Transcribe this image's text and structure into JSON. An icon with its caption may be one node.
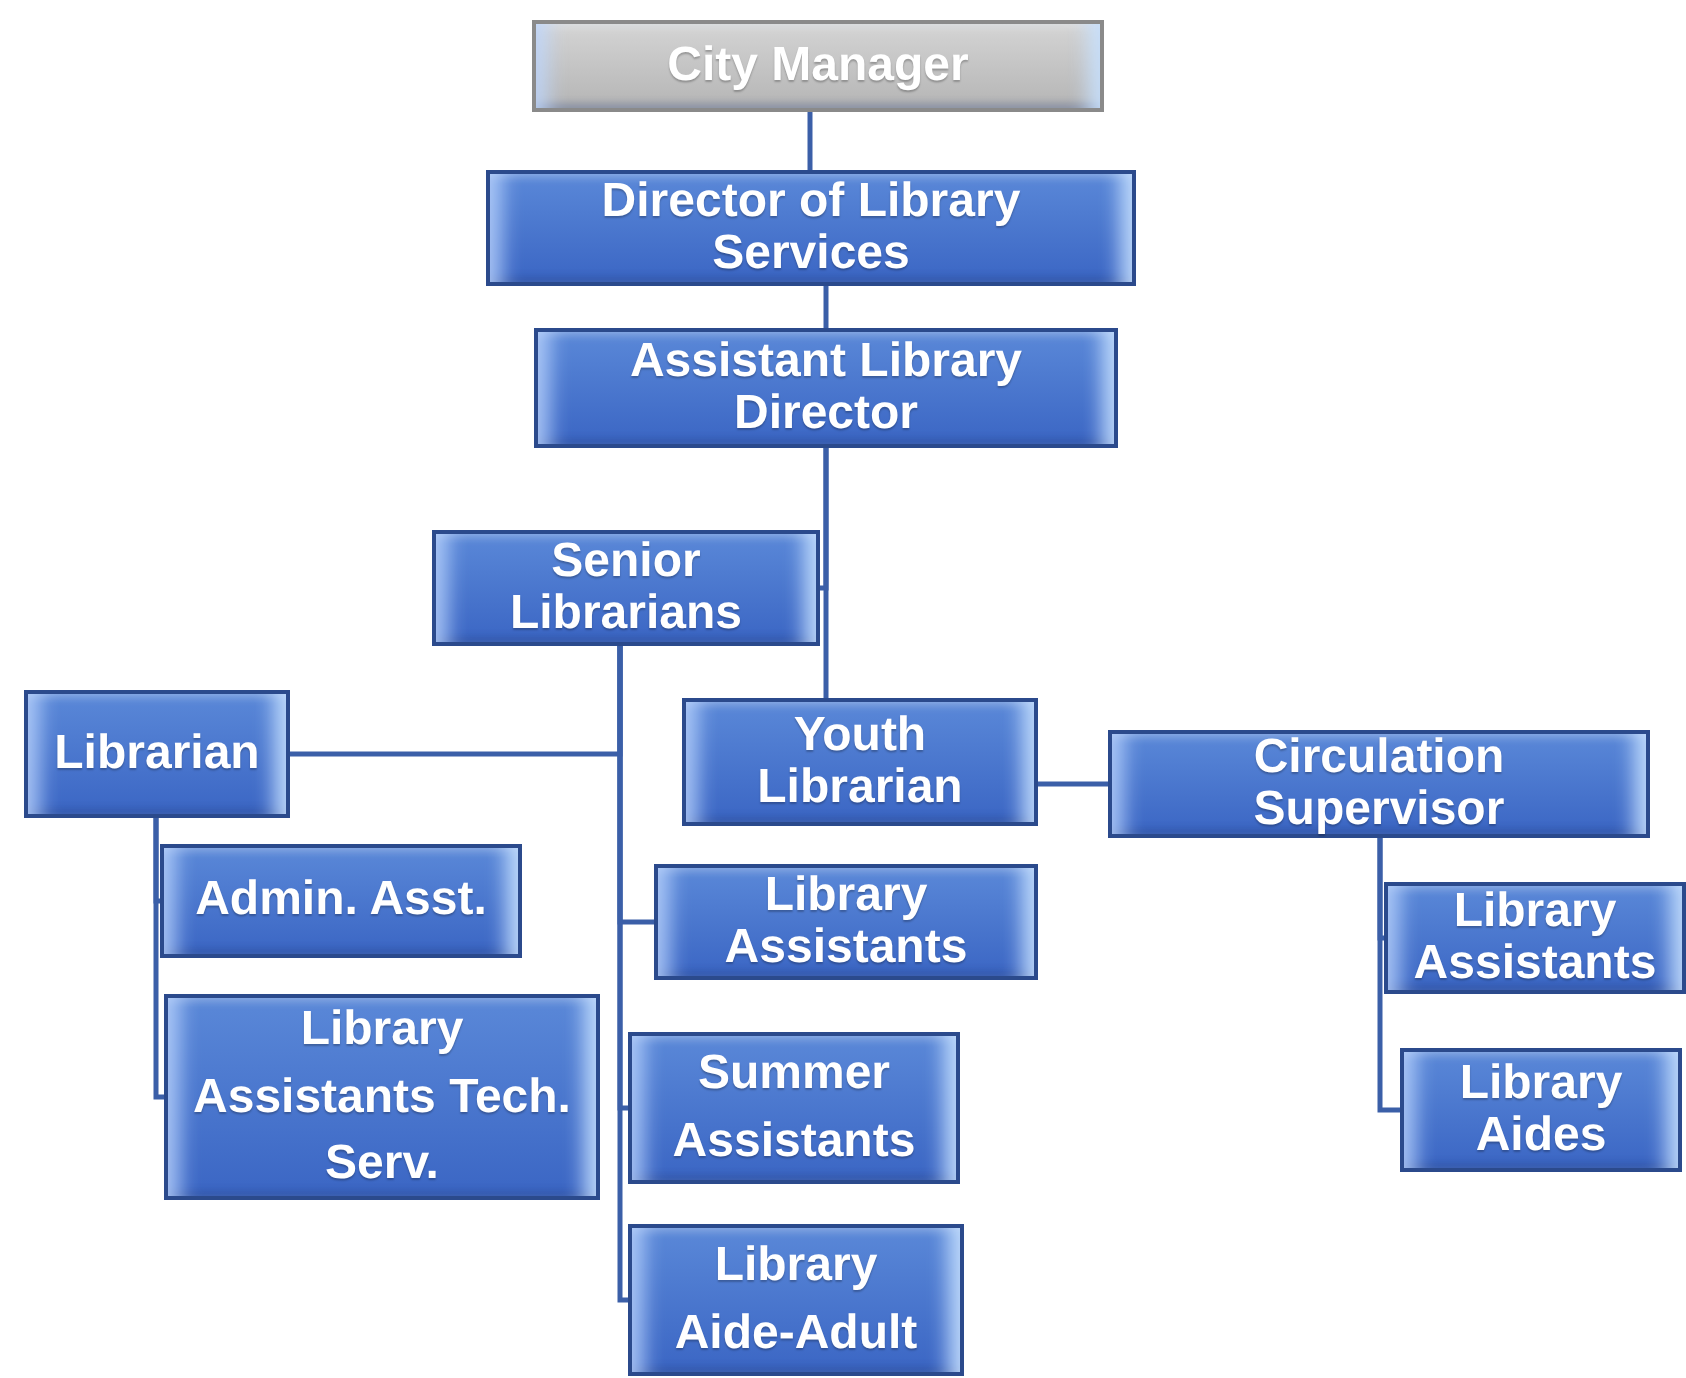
{
  "diagram": {
    "nodes": [
      {
        "text": [
          "City Manager"
        ]
      },
      {
        "text": [
          "Director of Library Services"
        ]
      },
      {
        "text": [
          "Assistant Library Director"
        ]
      },
      {
        "text": [
          "Senior Librarians"
        ]
      },
      {
        "text": [
          "Librarian"
        ]
      },
      {
        "text": [
          "Youth Librarian"
        ]
      },
      {
        "text": [
          "Circulation Supervisor"
        ]
      },
      {
        "text": [
          "Admin. Asst."
        ]
      },
      {
        "text": [
          "Library Assistants Tech. Serv."
        ]
      },
      {
        "text": [
          "Library Assistants"
        ]
      },
      {
        "text": [
          "Summer Assistants"
        ]
      },
      {
        "text": [
          "Library Aide-Adult"
        ]
      },
      {
        "text": [
          "Library Assistants"
        ]
      },
      {
        "text": [
          "Library Aides"
        ]
      }
    ],
    "edges": [
      {
        "from": 0,
        "to": 1,
        "arrow": "none"
      },
      {
        "from": 1,
        "to": 2,
        "arrow": "none"
      },
      {
        "from": 2,
        "to": 3,
        "arrow": "none"
      },
      {
        "from": 2,
        "to": 5,
        "arrow": "none"
      },
      {
        "from": 3,
        "to": 4,
        "arrow": "none"
      },
      {
        "from": 3,
        "to": 9,
        "arrow": "none"
      },
      {
        "from": 3,
        "to": 10,
        "arrow": "none"
      },
      {
        "from": 3,
        "to": 11,
        "arrow": "none"
      },
      {
        "from": 4,
        "to": 7,
        "arrow": "none"
      },
      {
        "from": 4,
        "to": 8,
        "arrow": "none"
      },
      {
        "from": 5,
        "to": 6,
        "arrow": "none"
      },
      {
        "from": 6,
        "to": 12,
        "arrow": "none"
      },
      {
        "from": 6,
        "to": 13,
        "arrow": "none"
      }
    ]
  }
}
